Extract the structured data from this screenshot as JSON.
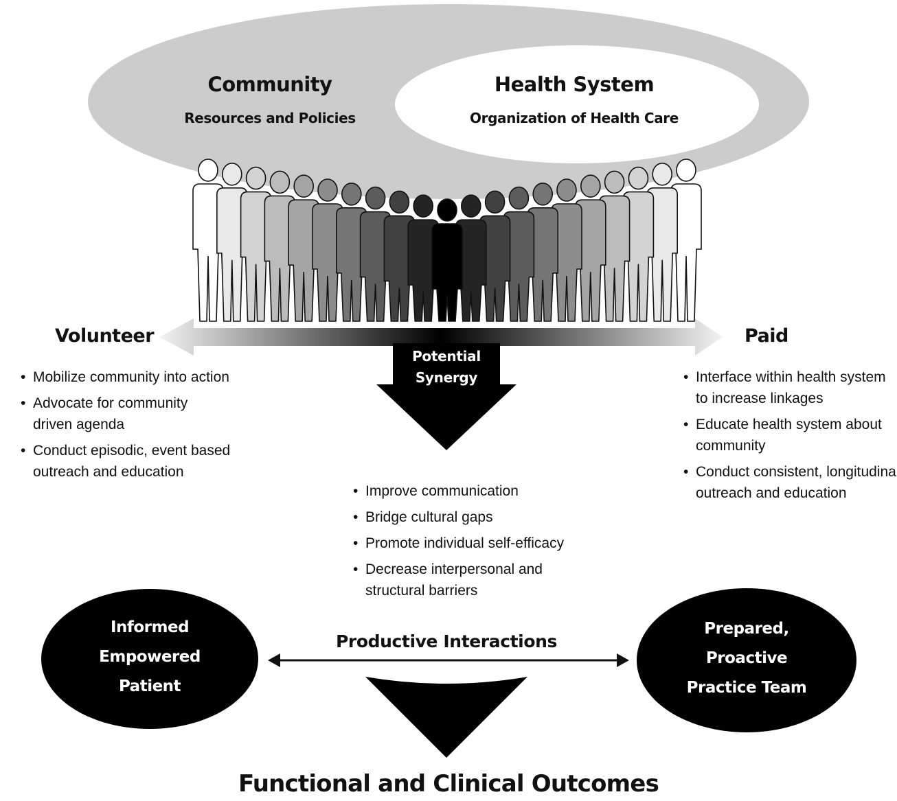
{
  "community": {
    "title": "Community",
    "subtitle": "Resources and Policies"
  },
  "health_system": {
    "title": "Health System",
    "subtitle": "Organization of Health Care"
  },
  "volunteer": {
    "title": "Volunteer",
    "bullets": [
      "Mobilize community into action",
      "Advocate for community driven agenda",
      "Conduct episodic, event based outreach and education"
    ]
  },
  "paid": {
    "title": "Paid",
    "bullets": [
      "Interface within health system to increase linkages",
      "Educate health system about community",
      "Conduct consistent, longitudinal outreach and education"
    ]
  },
  "synergy": {
    "line1": "Potential",
    "line2": "Synergy",
    "bullets": [
      "Improve communication",
      "Bridge cultural gaps",
      "Promote individual self-efficacy",
      "Decrease interpersonal and structural barriers"
    ]
  },
  "patient": {
    "line1": "Informed",
    "line2": "Empowered",
    "line3": "Patient"
  },
  "practice_team": {
    "line1": "Prepared,",
    "line2": "Proactive",
    "line3": "Practice Team"
  },
  "interactions_label": "Productive Interactions",
  "outcomes_label": "Functional and Clinical Outcomes",
  "colors": {
    "community_fill": "#cccccc",
    "dark": "#000000",
    "light": "#ffffff"
  }
}
